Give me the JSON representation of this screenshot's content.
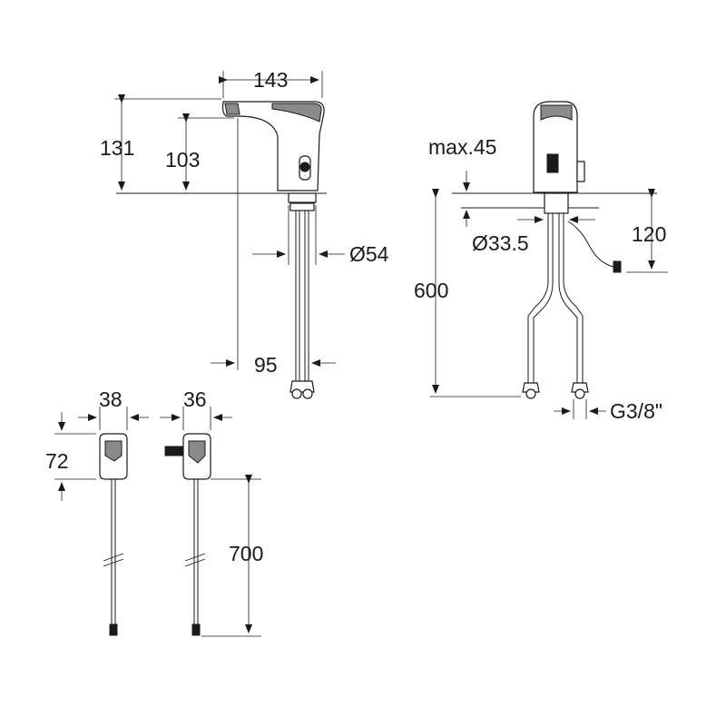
{
  "diagram": {
    "dimensions": {
      "faucet_width": "143",
      "faucet_height_total": "131",
      "faucet_height_spout": "103",
      "faucet_body_diameter": "Ø54",
      "hose_offset": "95",
      "max_deck_thickness": "max.45",
      "mounting_hole_diameter": "Ø33.5",
      "cable_drop": "120",
      "hose_length": "600",
      "connection_thread": "G3/8\"",
      "power_unit_width": "38",
      "plug_unit_width": "36",
      "power_unit_height": "72",
      "cable_length": "700"
    },
    "colors": {
      "line": "#1a1a1a",
      "background": "#ffffff",
      "shading": "#8a8a8a"
    }
  }
}
